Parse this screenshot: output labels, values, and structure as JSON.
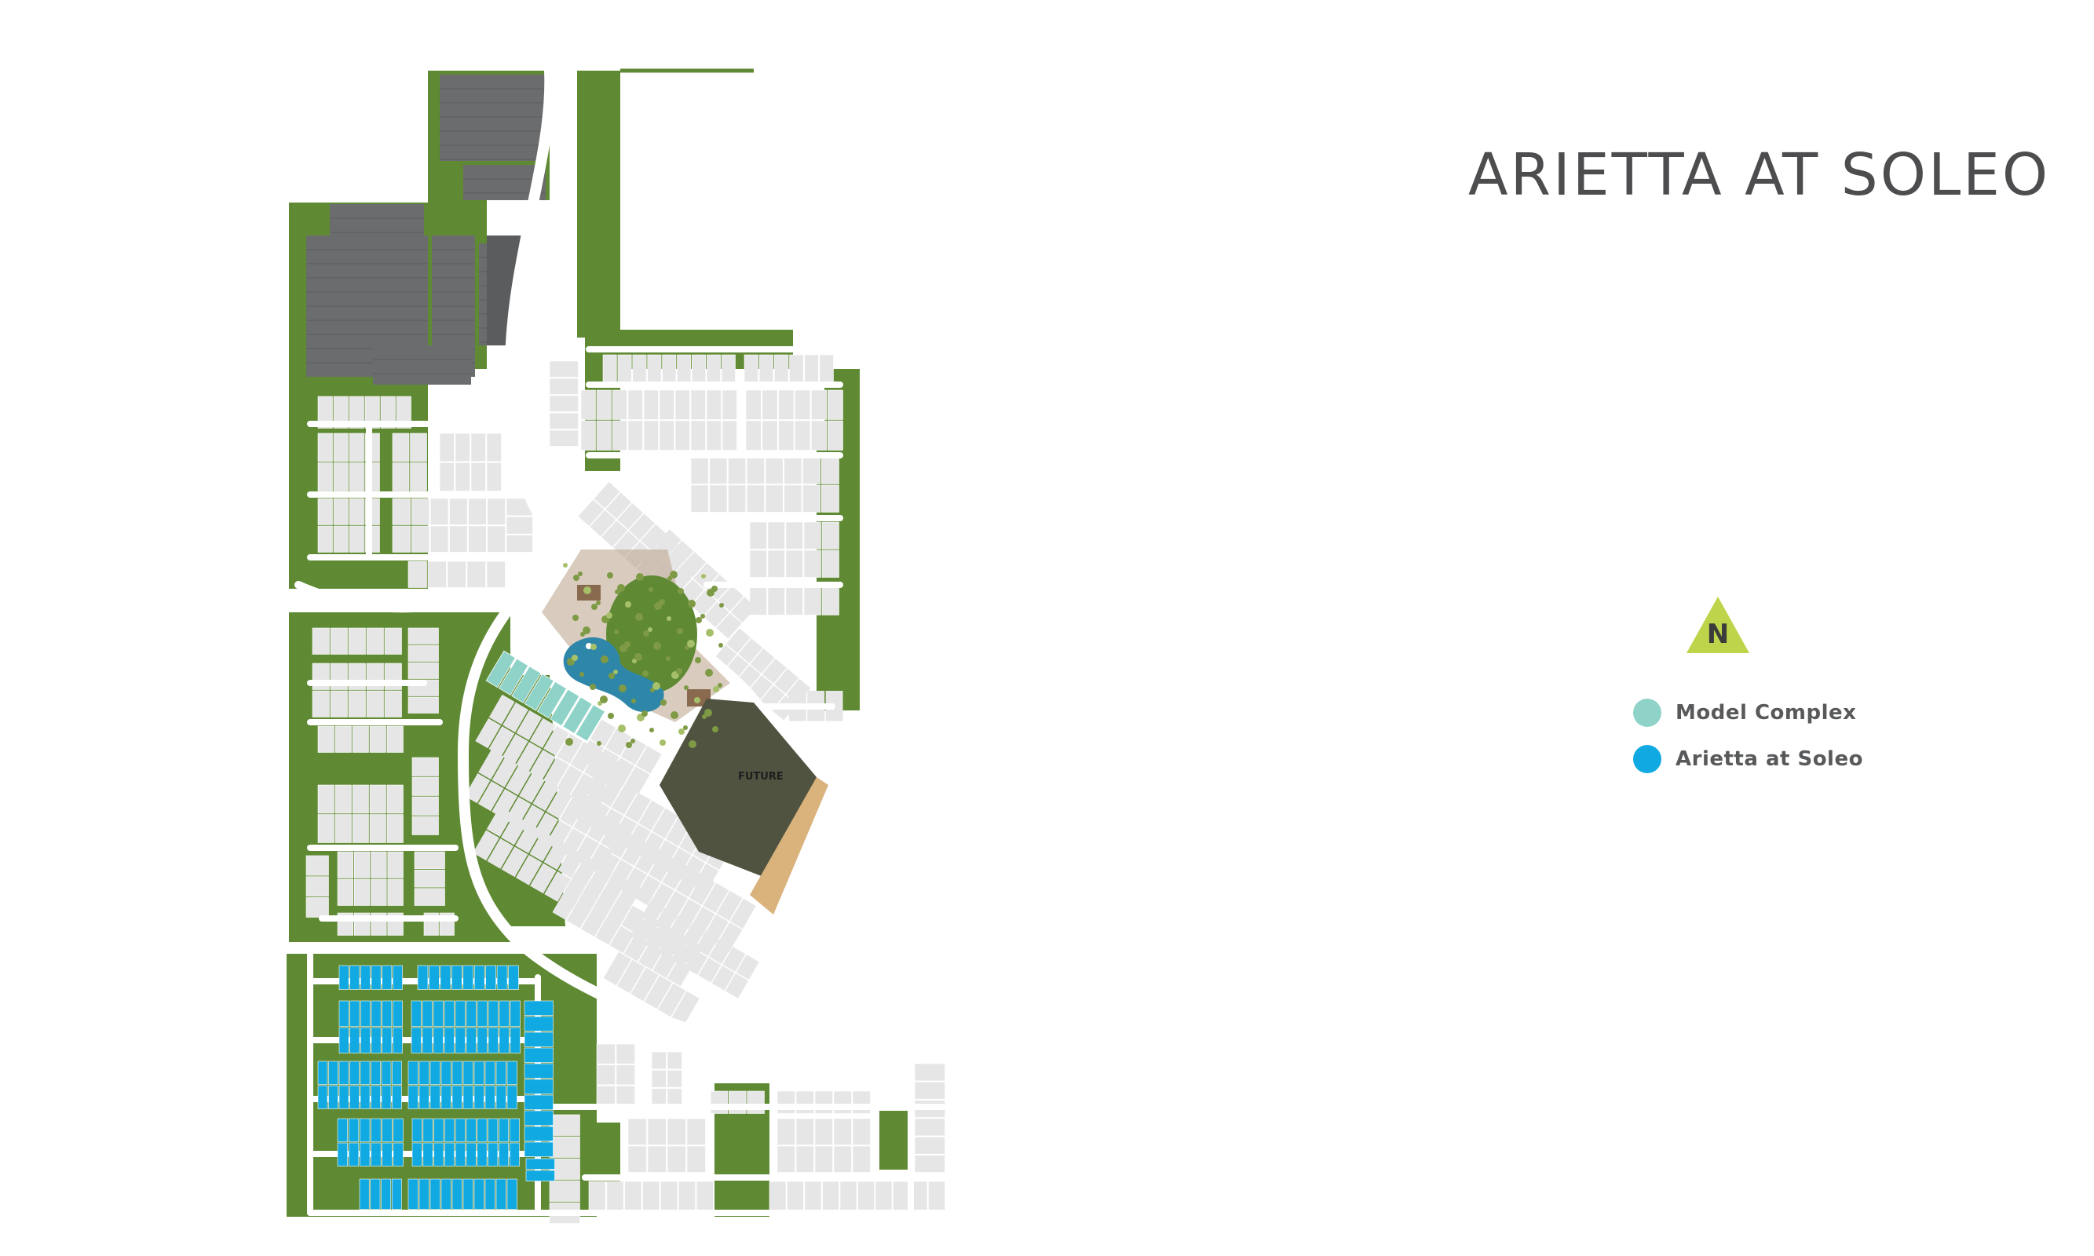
{
  "title": "ARIETTA AT SOLEO",
  "compass": {
    "label": "N",
    "color": "#bed44a"
  },
  "legend": [
    {
      "label": "Model Complex",
      "color": "#8fd3c8"
    },
    {
      "label": "Arietta at Soleo",
      "color": "#11a9e2"
    }
  ],
  "map": {
    "future_label": "FUTURE",
    "colors": {
      "greenbelt": "#5f8a33",
      "lot": "#e6e6e6",
      "road": "#ffffff",
      "building": "#6b6c6e",
      "water": "#2e86a8",
      "future": "#4f5340",
      "park_sand": "#d9b27c"
    }
  }
}
